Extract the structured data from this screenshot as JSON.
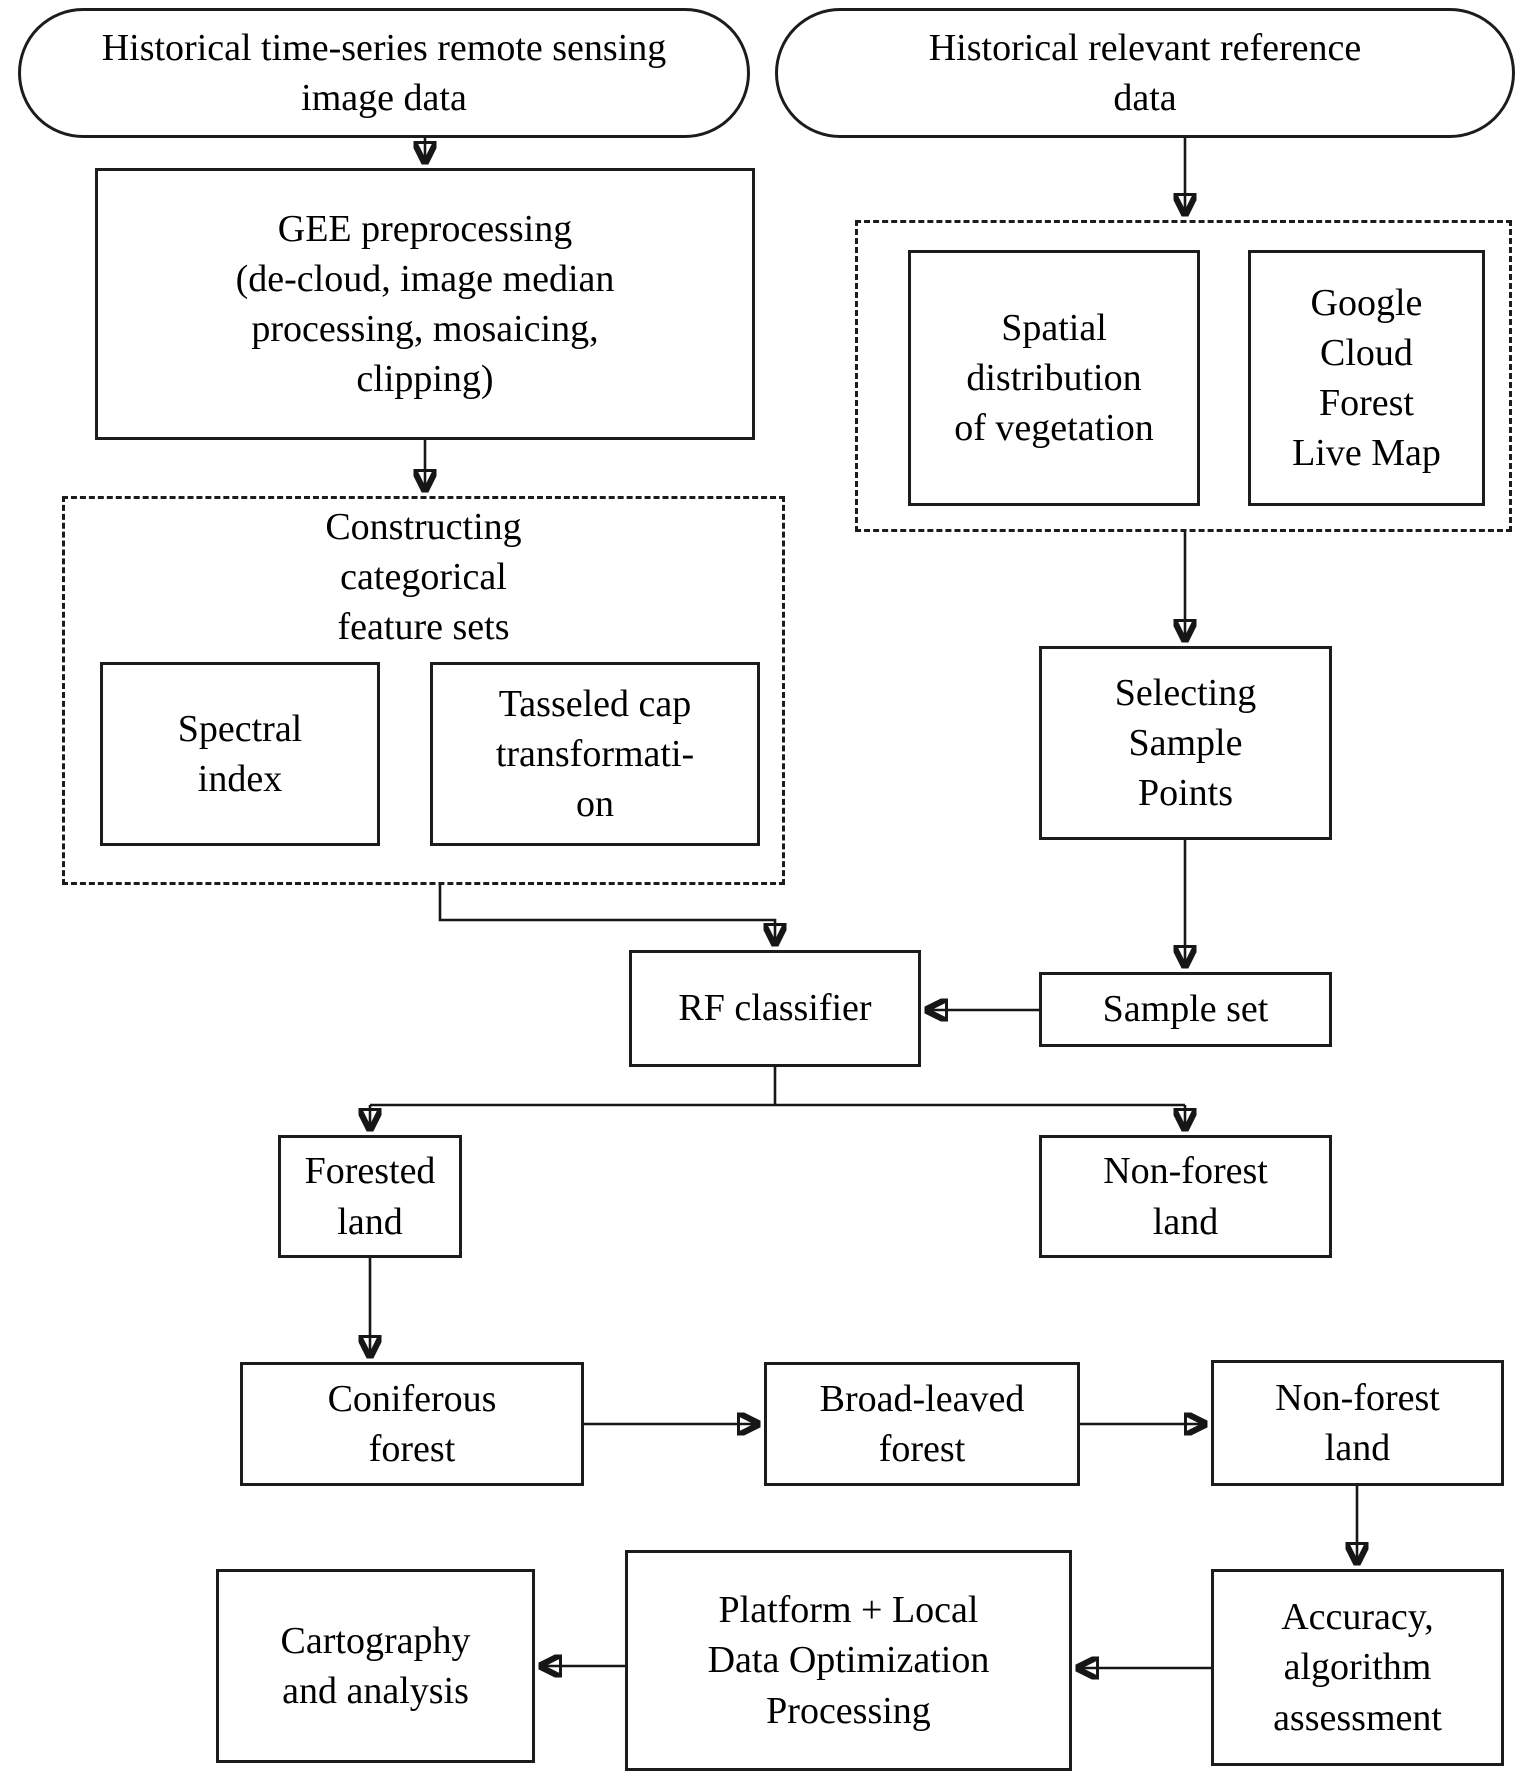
{
  "diagram": {
    "title": "Forest classification workflow flowchart",
    "colors": {
      "line": "#161616",
      "node_border": "#1c1c1c",
      "background": "#ffffff",
      "text": "#000000"
    },
    "nodes": {
      "historical_rs": "Historical time-series remote sensing\nimage data",
      "historical_ref": "Historical relevant reference\ndata",
      "gee": "GEE preprocessing\n(de-cloud, image median\nprocessing, mosaicing,\nclipping)",
      "feature_sets_title": "Constructing\ncategorical\nfeature sets",
      "spectral": "Spectral\nindex",
      "tasseled": "Tasseled cap\ntransformati-\non",
      "spatial": "Spatial\ndistribution\nof vegetation",
      "google": "Google\nCloud\nForest\nLive Map",
      "selecting": "Selecting\nSample\nPoints",
      "sample_set": "Sample set",
      "rf": "RF classifier",
      "forested": "Forested\nland",
      "nonforest_1": "Non-forest\nland",
      "coniferous": "Coniferous\nforest",
      "broadleaved": "Broad-leaved\nforest",
      "nonforest_2": "Non-forest\nland",
      "accuracy": "Accuracy,\nalgorithm\nassessment",
      "platform": "Platform + Local\nData Optimization\nProcessing",
      "cartography": "Cartography\nand analysis"
    }
  }
}
